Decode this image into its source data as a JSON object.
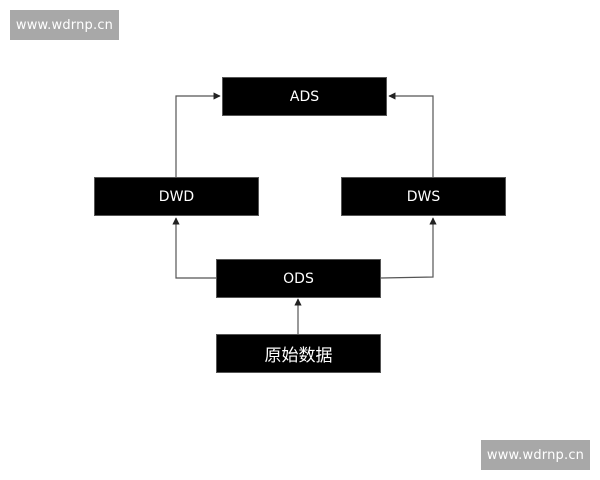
{
  "watermarks": {
    "top_left": "www.wdrnp.cn",
    "bottom_right": "www.wdrnp.cn"
  },
  "diagram": {
    "nodes": [
      {
        "id": "ads",
        "label": "ADS"
      },
      {
        "id": "dwd",
        "label": "DWD"
      },
      {
        "id": "dws",
        "label": "DWS"
      },
      {
        "id": "ods",
        "label": "ODS"
      },
      {
        "id": "raw",
        "label": "原始数据"
      }
    ],
    "edges": [
      {
        "from": "raw",
        "to": "ods"
      },
      {
        "from": "ods",
        "to": "dwd"
      },
      {
        "from": "ods",
        "to": "dws"
      },
      {
        "from": "dwd",
        "to": "ads"
      },
      {
        "from": "dws",
        "to": "ads"
      }
    ],
    "colors": {
      "node_fill": "#000000",
      "node_text": "#ffffff",
      "edge": "#555555",
      "watermark_bg": "#a8a8a8"
    }
  }
}
